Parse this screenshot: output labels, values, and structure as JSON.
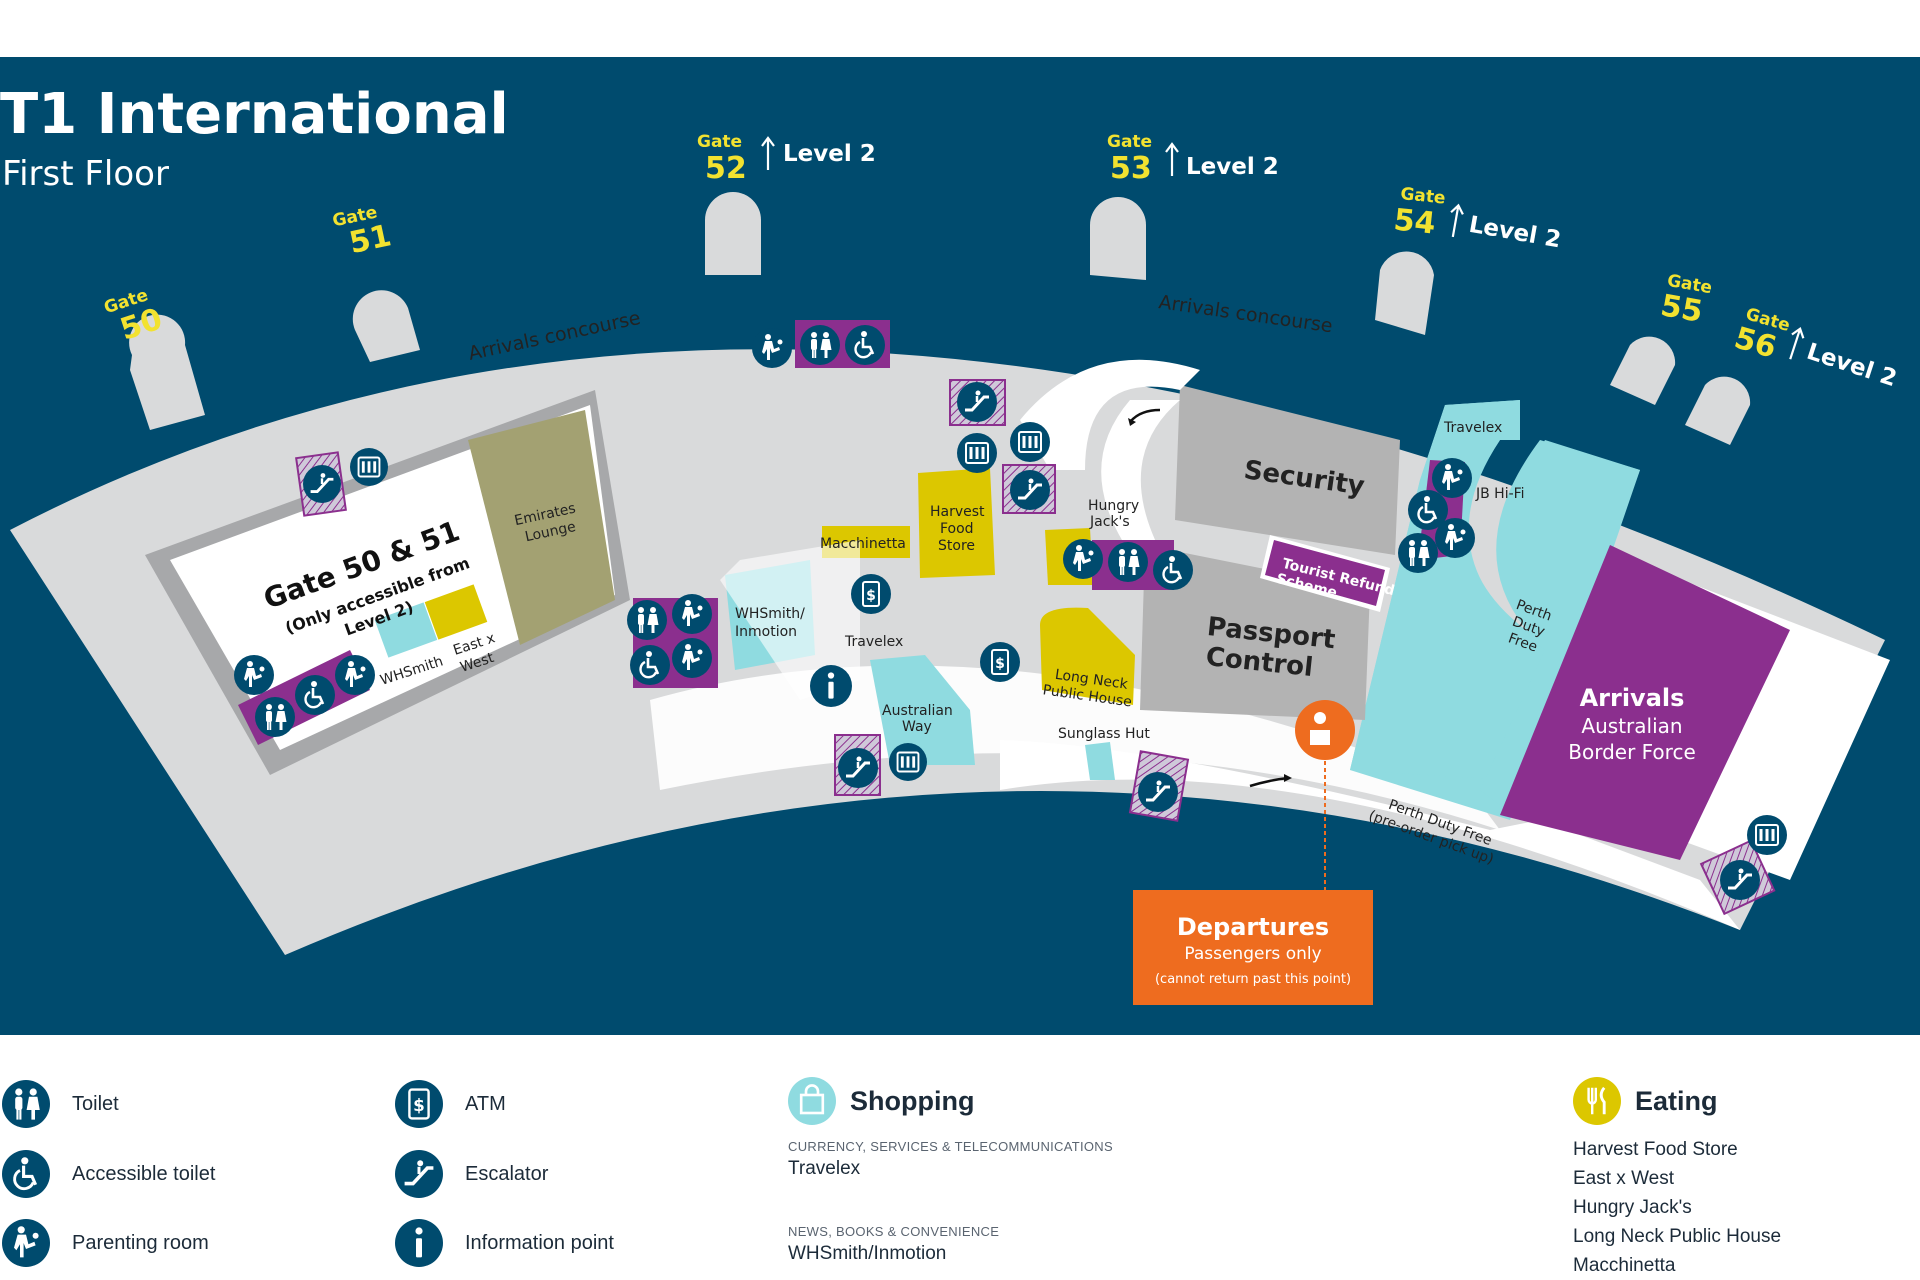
{
  "header": {
    "title": "T1 International",
    "subtitle": "First Floor"
  },
  "gates": [
    {
      "label": "Gate",
      "number": "50"
    },
    {
      "label": "Gate",
      "number": "51"
    },
    {
      "label": "Gate",
      "number": "52",
      "level": "Level 2"
    },
    {
      "label": "Gate",
      "number": "53",
      "level": "Level 2"
    },
    {
      "label": "Gate",
      "number": "54",
      "level": "Level 2"
    },
    {
      "label": "Gate",
      "number": "55"
    },
    {
      "label": "Gate",
      "number": "56",
      "level": "Level 2"
    }
  ],
  "map": {
    "arrivals_concourse_left": "Arrivals concourse",
    "arrivals_concourse_right": "Arrivals concourse",
    "gate_area_title": "Gate 50 & 51",
    "gate_area_note_1": "(Only accessible from",
    "gate_area_note_2": "Level 2)",
    "emirates_1": "Emirates",
    "emirates_2": "Lounge",
    "whsmith_small": "WHSmith",
    "eastxwest_1": "East x",
    "eastxwest_2": "West",
    "macchinetta": "Macchinetta",
    "harvest_1": "Harvest",
    "harvest_2": "Food",
    "harvest_3": "Store",
    "hungry_1": "Hungry",
    "hungry_2": "Jack's",
    "whsmith_1": "WHSmith/",
    "whsmith_2": "Inmotion",
    "travelex_center": "Travelex",
    "australian_way_1": "Australian",
    "australian_way_2": "Way",
    "longneck_1": "Long Neck",
    "longneck_2": "Public House",
    "sunglass": "Sunglass Hut",
    "security": "Security",
    "passport_1": "Passport",
    "passport_2": "Control",
    "tourist_1": "Tourist Refund",
    "tourist_2": "Scheme",
    "travelex_right": "Travelex",
    "jbhifi": "JB Hi-Fi",
    "perth_df_1": "Perth",
    "perth_df_2": "Duty",
    "perth_df_3": "Free",
    "perth_preorder_1": "Perth Duty Free",
    "perth_preorder_2": "(pre-order pick up)",
    "arrivals_title": "Arrivals",
    "arrivals_1": "Australian",
    "arrivals_2": "Border Force",
    "departures_title": "Departures",
    "departures_sub": "Passengers only",
    "departures_note": "(cannot return past this point)"
  },
  "legend": {
    "toilet": "Toilet",
    "accessible": "Accessible toilet",
    "parenting": "Parenting room",
    "atm": "ATM",
    "escalator": "Escalator",
    "info": "Information point",
    "shopping": {
      "title": "Shopping",
      "cat1": "CURRENCY, SERVICES & TELECOMMUNICATIONS",
      "cat1_items": [
        "Travelex"
      ],
      "cat2": "NEWS, BOOKS & CONVENIENCE",
      "cat2_items": [
        "WHSmith/Inmotion"
      ]
    },
    "eating": {
      "title": "Eating",
      "items": [
        "Harvest Food Store",
        "East x West",
        "Hungry Jack's",
        "Long Neck Public House",
        "Macchinetta"
      ]
    }
  },
  "colors": {
    "navy": "#004b6e",
    "floor": "#d9dadb",
    "purple": "#8b2f8e",
    "teal": "#8fdbe0",
    "yellow": "#dcc700",
    "orange": "#ee6c1f",
    "olive": "#a3a172",
    "security_gray": "#b3b3b3",
    "gate_yellow": "#f2e230"
  },
  "icons": [
    "toilet-icon",
    "accessible-toilet-icon",
    "parenting-room-icon",
    "atm-icon",
    "escalator-icon",
    "information-icon",
    "lift-icon",
    "shopping-bag-icon",
    "eating-icon"
  ]
}
